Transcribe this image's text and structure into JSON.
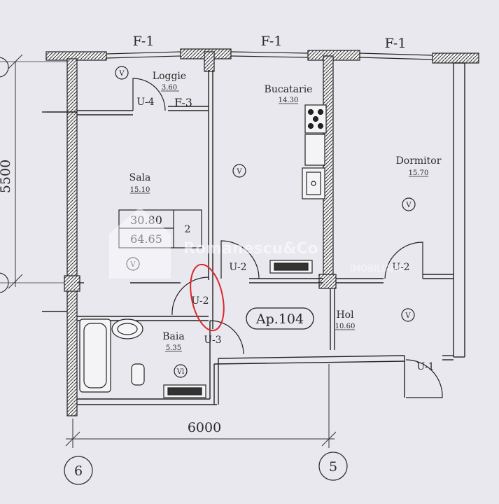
{
  "plan": {
    "window_labels": [
      "F-1",
      "F-1",
      "F-1"
    ],
    "dimensions": {
      "width": "6000",
      "height": "5500"
    },
    "axes": [
      "6",
      "5"
    ],
    "apartment": "Ap.104",
    "rooms": {
      "loggia": {
        "name": "Loggie",
        "area": "3.60"
      },
      "kitchen": {
        "name": "Bucatarie",
        "area": "14.30"
      },
      "bedroom": {
        "name": "Dormitor",
        "area": "15.70"
      },
      "living": {
        "name": "Sala",
        "area": "15.10"
      },
      "hall": {
        "name": "Hol",
        "area": "10.60"
      },
      "bathroom": {
        "name": "Baia",
        "area": "5.35"
      }
    },
    "area_table": {
      "living_area": "30.80",
      "total_area": "64.65",
      "rooms": "2"
    },
    "doors": [
      "U-4",
      "F-3",
      "U-2",
      "U-2",
      "U-2",
      "U-3",
      "U-1"
    ],
    "ventilation_mark": "V",
    "ventilation_mark_bath": "Vl",
    "watermark": {
      "brand": "Romanescu&Co",
      "sub": "IMOBILIARA"
    },
    "colors": {
      "paper": "#e9e8ee",
      "ink": "#2a2a2a",
      "highlight": "#d8282c"
    }
  }
}
